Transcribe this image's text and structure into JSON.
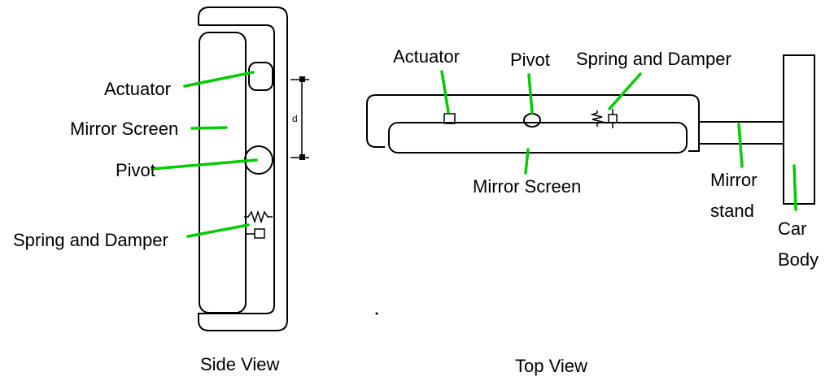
{
  "diagram": {
    "side_view": {
      "labels": {
        "actuator": "Actuator",
        "mirror_screen": "Mirror Screen",
        "pivot": "Pivot",
        "spring_damper": "Spring and Damper"
      },
      "dimension_label": "d",
      "caption": "Side View"
    },
    "top_view": {
      "labels": {
        "actuator": "Actuator",
        "pivot": "Pivot",
        "spring_damper": "Spring and Damper",
        "mirror_screen": "Mirror Screen",
        "mirror_stand": "Mirror\nstand",
        "car_body": "Car\nBody"
      },
      "caption": "Top View"
    },
    "colors": {
      "line": "#000000",
      "leader": "#00cc00",
      "background": "#ffffff"
    }
  }
}
